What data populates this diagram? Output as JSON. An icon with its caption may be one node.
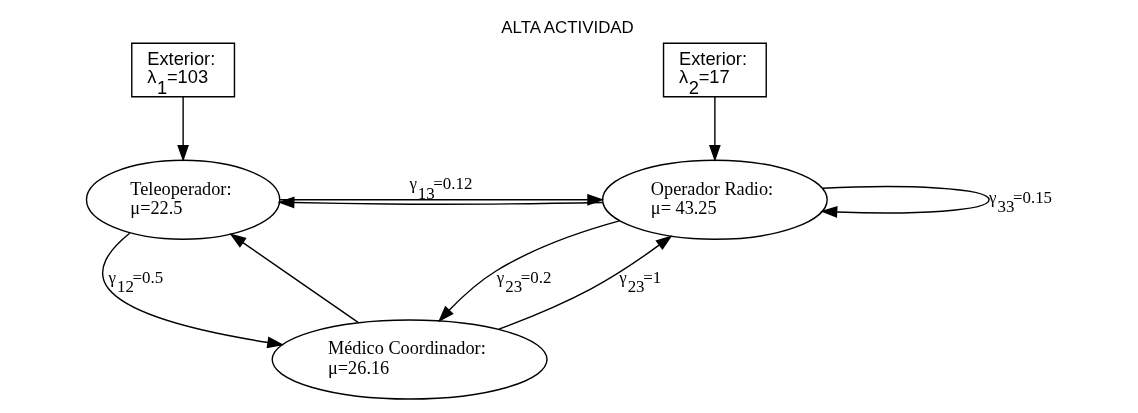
{
  "diagram": {
    "title": "ALTA ACTIVIDAD",
    "nodes": [
      {
        "text": [
          "Exterior:",
          "λ$_{1}$=103"
        ]
      },
      {
        "text": [
          "Teleoperador:",
          "μ=22.5"
        ]
      },
      {
        "text": [
          "Exterior:",
          "λ$_{2}$=17"
        ]
      },
      {
        "text": [
          "Operador Radio:",
          "μ= 43.25"
        ]
      },
      {
        "text": [
          "Médico Coordinador:",
          "μ=26.16"
        ]
      }
    ],
    "edges": [
      {
        "from": 0,
        "to": 1,
        "arrow": "to"
      },
      {
        "from": 1,
        "to": 3,
        "arrow": "to",
        "label": "γ$_{13}$=0.12"
      },
      {
        "from": 3,
        "to": 1,
        "arrow": "to"
      },
      {
        "from": 1,
        "to": 4,
        "arrow": "to",
        "label": "γ$_{12}$=0.5"
      },
      {
        "from": 4,
        "to": 1,
        "arrow": "to"
      },
      {
        "from": 4,
        "to": 3,
        "arrow": "to",
        "label": "γ$_{23}$=1"
      },
      {
        "from": 3,
        "to": 4,
        "arrow": "to",
        "label": "γ$_{23}$=0.2"
      },
      {
        "from": 3,
        "to": 3,
        "arrow": "to",
        "label": "γ$_{33}$=0.15"
      },
      {
        "from": 2,
        "to": 3,
        "arrow": "to"
      }
    ]
  }
}
